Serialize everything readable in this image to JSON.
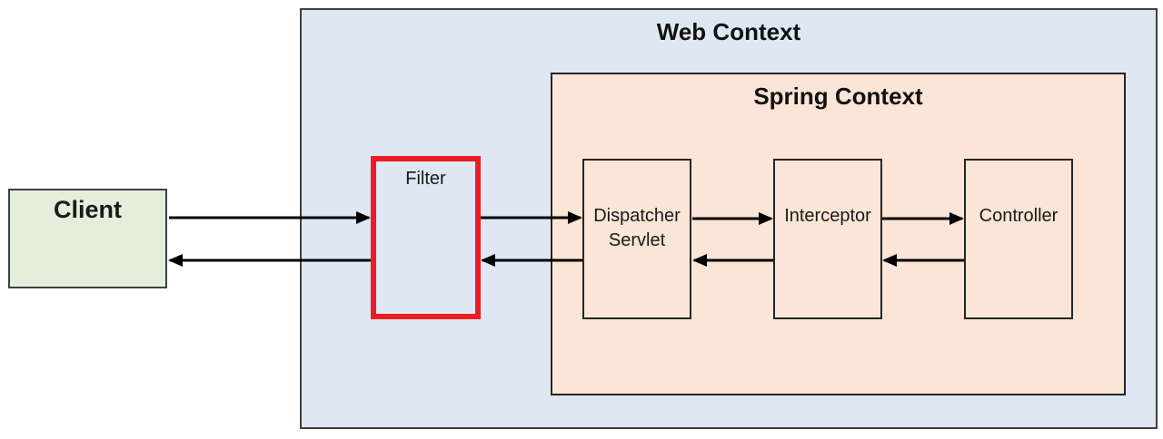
{
  "diagram": {
    "type": "architecture-flow",
    "nodes": {
      "client": {
        "label": "Client"
      },
      "web_context": {
        "label": "Web Context"
      },
      "spring_context": {
        "label": "Spring Context"
      },
      "filter": {
        "label": "Filter"
      },
      "dispatcher_servlet": {
        "label": "Dispatcher Servlet"
      },
      "interceptor": {
        "label": "Interceptor"
      },
      "controller": {
        "label": "Controller"
      }
    },
    "containment": {
      "web_context": [
        "filter",
        "spring_context"
      ],
      "spring_context": [
        "dispatcher_servlet",
        "interceptor",
        "controller"
      ]
    },
    "edges": [
      {
        "from": "client",
        "to": "filter",
        "direction": "forward"
      },
      {
        "from": "filter",
        "to": "client",
        "direction": "return"
      },
      {
        "from": "filter",
        "to": "dispatcher_servlet",
        "direction": "forward"
      },
      {
        "from": "dispatcher_servlet",
        "to": "filter",
        "direction": "return"
      },
      {
        "from": "dispatcher_servlet",
        "to": "interceptor",
        "direction": "forward"
      },
      {
        "from": "interceptor",
        "to": "dispatcher_servlet",
        "direction": "return"
      },
      {
        "from": "interceptor",
        "to": "controller",
        "direction": "forward"
      },
      {
        "from": "controller",
        "to": "interceptor",
        "direction": "return"
      }
    ],
    "colors": {
      "page_bg": "#ffffff",
      "web_context_fill": "#dee7f2",
      "spring_context_fill": "#fae5d6",
      "client_fill": "#e3efda",
      "filter_border": "#ed1c24",
      "outer_border": "#404040",
      "inner_border": "#262626",
      "arrow": "#000000",
      "text": "#111111"
    }
  }
}
